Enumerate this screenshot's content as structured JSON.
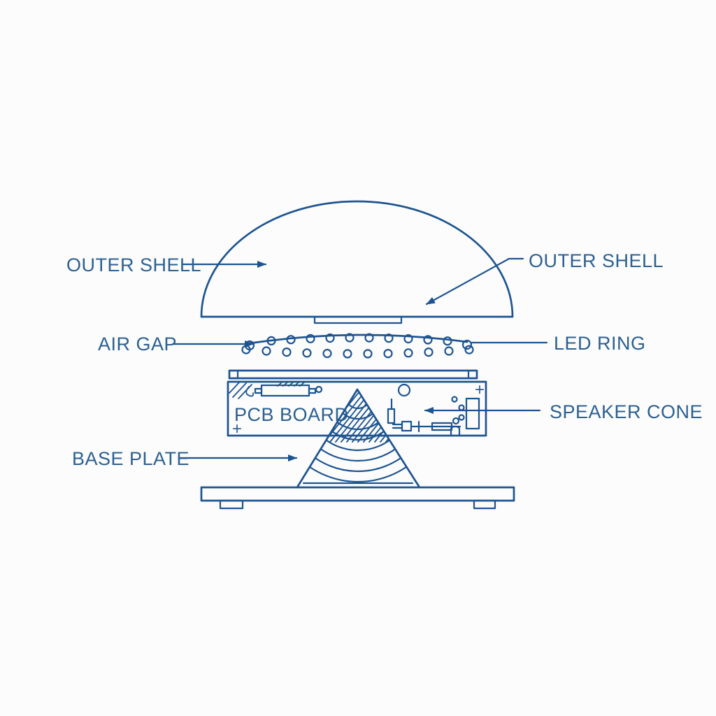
{
  "diagram": {
    "labels": {
      "outer_shell_left": "OUTER SHELL",
      "outer_shell_right": "OUTER SHELL",
      "air_gap": "AIR GAP",
      "led_ring": "LED RING",
      "pcb_board": "PCB BOARD",
      "speaker_cone": "SPEAKER CONE",
      "base_plate": "BASE PLATE"
    },
    "plus_marks": [
      "+",
      "+"
    ],
    "icons": {
      "arrowhead": "filled-triangle-arrow",
      "led": "small-circle",
      "hatch": "diagonal-hatch-lines"
    },
    "colors": {
      "line": "#1d5490",
      "text": "#2c6090",
      "background": "#fcfcfc"
    }
  }
}
